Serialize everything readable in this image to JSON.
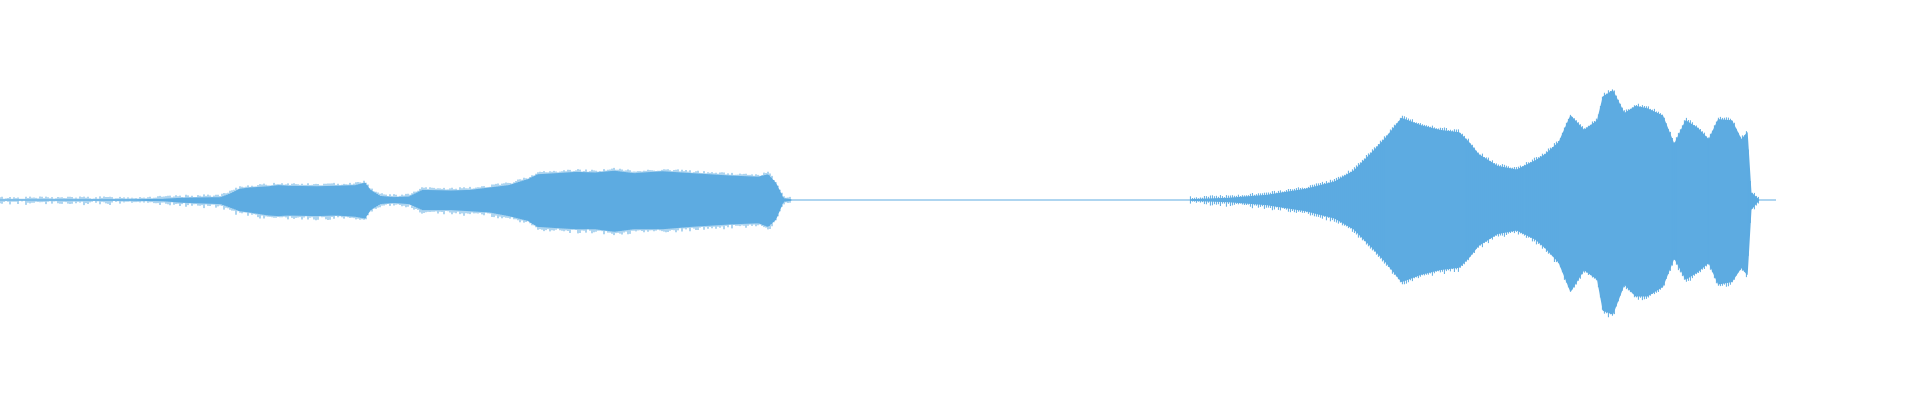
{
  "waveform": {
    "color": "#5dabe1",
    "background": "#ffffff",
    "segments": [
      {
        "name": "segment-1",
        "envelope": [
          [
            0.0,
            0.0,
            0.0
          ],
          [
            0.07,
            0.2,
            0.2
          ],
          [
            0.085,
            0.6,
            0.6
          ],
          [
            0.095,
            1.4,
            1.8
          ],
          [
            0.115,
            2.0,
            3.0
          ],
          [
            0.12,
            5.0,
            6.0
          ],
          [
            0.125,
            9.0,
            9.0
          ],
          [
            0.13,
            10.0,
            10.0
          ],
          [
            0.14,
            11.0,
            12.5
          ],
          [
            0.145,
            12.0,
            13.0
          ],
          [
            0.15,
            11.5,
            12.5
          ],
          [
            0.165,
            11.0,
            13.0
          ],
          [
            0.175,
            11.5,
            12.5
          ],
          [
            0.185,
            12.0,
            13.5
          ],
          [
            0.19,
            14.0,
            15.0
          ],
          [
            0.193,
            8.0,
            8.0
          ],
          [
            0.198,
            3.0,
            3.0
          ],
          [
            0.205,
            2.0,
            2.0
          ],
          [
            0.213,
            2.5,
            3.0
          ],
          [
            0.22,
            8.0,
            8.0
          ],
          [
            0.235,
            7.5,
            8.0
          ],
          [
            0.245,
            8.0,
            9.0
          ],
          [
            0.255,
            10.0,
            10.0
          ],
          [
            0.265,
            12.0,
            13.0
          ],
          [
            0.275,
            17.0,
            17.0
          ],
          [
            0.28,
            21.0,
            22.0
          ],
          [
            0.29,
            22.0,
            23.0
          ],
          [
            0.3,
            23.0,
            24.0
          ],
          [
            0.31,
            22.5,
            24.0
          ],
          [
            0.32,
            24.0,
            26.0
          ],
          [
            0.33,
            22.0,
            24.0
          ],
          [
            0.345,
            23.5,
            24.0
          ],
          [
            0.36,
            22.0,
            22.0
          ],
          [
            0.38,
            20.0,
            20.0
          ],
          [
            0.395,
            19.0,
            19.0
          ],
          [
            0.4,
            21.0,
            22.0
          ],
          [
            0.404,
            14.0,
            16.0
          ],
          [
            0.408,
            1.0,
            1.0
          ],
          [
            0.412,
            0.3,
            0.3
          ]
        ]
      },
      {
        "name": "segment-2",
        "envelope": [
          [
            0.62,
            0.3,
            0.3
          ],
          [
            0.64,
            1.5,
            1.5
          ],
          [
            0.66,
            4.0,
            4.0
          ],
          [
            0.68,
            9.0,
            9.0
          ],
          [
            0.695,
            15.0,
            15.0
          ],
          [
            0.705,
            24.0,
            24.0
          ],
          [
            0.715,
            40.0,
            40.0
          ],
          [
            0.722,
            52.0,
            52.0
          ],
          [
            0.73,
            68.0,
            68.0
          ],
          [
            0.74,
            62.0,
            62.0
          ],
          [
            0.75,
            58.0,
            58.0
          ],
          [
            0.76,
            56.0,
            56.0
          ],
          [
            0.765,
            48.0,
            48.0
          ],
          [
            0.77,
            38.0,
            38.0
          ],
          [
            0.78,
            28.0,
            28.0
          ],
          [
            0.79,
            25.0,
            25.0
          ],
          [
            0.8,
            33.0,
            33.0
          ],
          [
            0.805,
            38.0,
            40.0
          ],
          [
            0.812,
            48.0,
            52.0
          ],
          [
            0.818,
            70.0,
            76.0
          ],
          [
            0.825,
            58.0,
            58.0
          ],
          [
            0.832,
            66.0,
            66.0
          ],
          [
            0.835,
            86.0,
            92.0
          ],
          [
            0.84,
            91.0,
            95.0
          ],
          [
            0.846,
            72.0,
            70.0
          ],
          [
            0.852,
            78.0,
            80.0
          ],
          [
            0.858,
            76.0,
            80.0
          ],
          [
            0.866,
            70.0,
            72.0
          ],
          [
            0.872,
            46.0,
            48.0
          ],
          [
            0.878,
            66.0,
            66.0
          ],
          [
            0.884,
            60.0,
            60.0
          ],
          [
            0.89,
            50.0,
            52.0
          ],
          [
            0.895,
            67.0,
            70.0
          ],
          [
            0.902,
            66.0,
            68.0
          ],
          [
            0.907,
            50.0,
            56.0
          ],
          [
            0.91,
            56.0,
            62.0
          ],
          [
            0.912,
            6.0,
            8.0
          ],
          [
            0.916,
            0.3,
            0.3
          ]
        ]
      }
    ],
    "baseline_start": 0.0,
    "baseline_end": 0.925
  }
}
